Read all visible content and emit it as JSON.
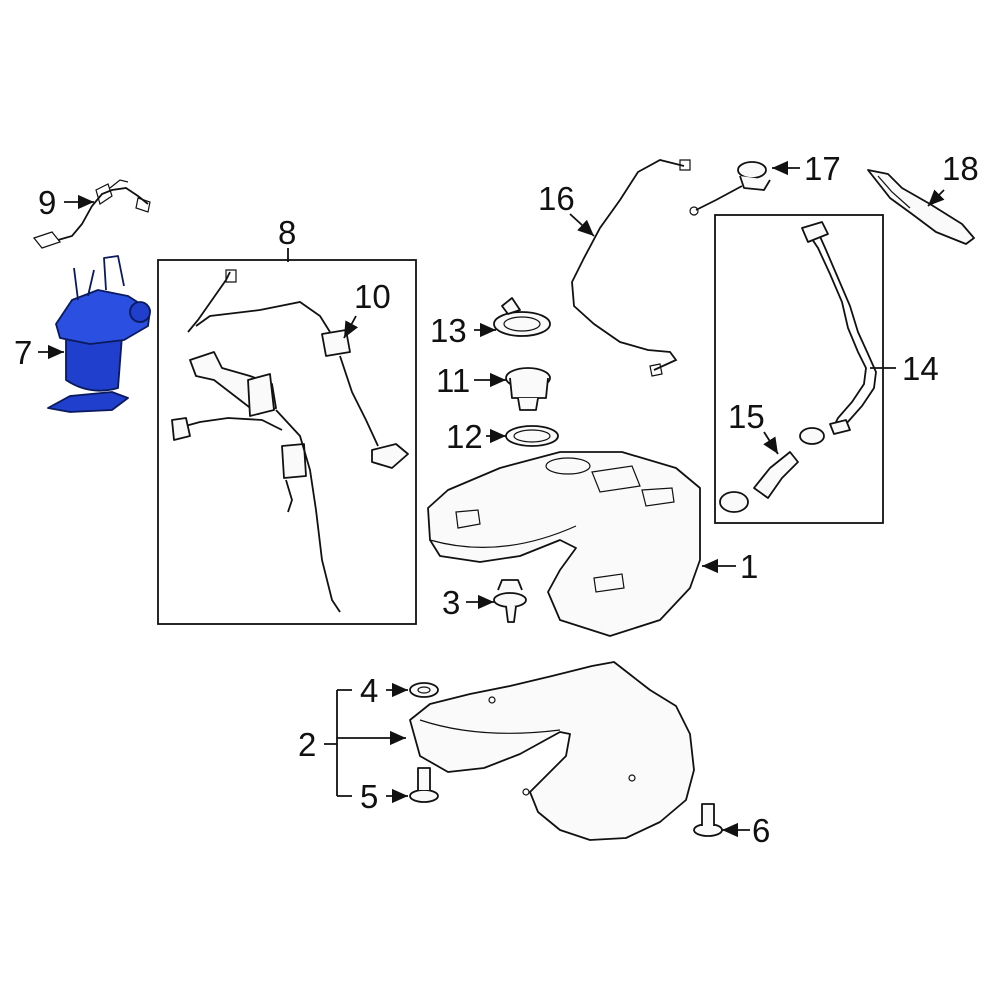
{
  "highlight_color": "#1f3fcc",
  "callouts": {
    "c1": "1",
    "c2": "2",
    "c3": "3",
    "c4": "4",
    "c5": "5",
    "c6": "6",
    "c7": "7",
    "c8": "8",
    "c9": "9",
    "c10": "10",
    "c11": "11",
    "c12": "12",
    "c13": "13",
    "c14": "14",
    "c15": "15",
    "c16": "16",
    "c17": "17",
    "c18": "18"
  }
}
